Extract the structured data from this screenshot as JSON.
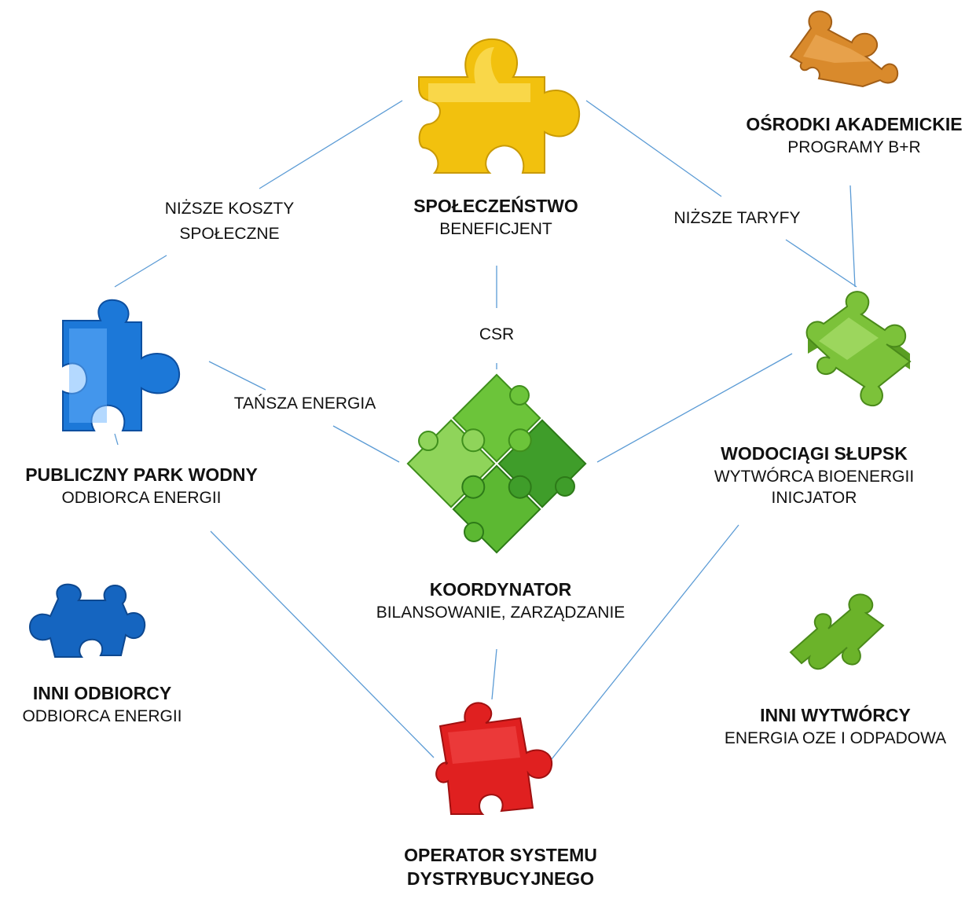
{
  "nodes": {
    "spoleczenstwo": {
      "title": "SPOŁECZEŃSTWO",
      "lines": [
        "BENEFICJENT"
      ],
      "color": "#f2c10e"
    },
    "osrodki": {
      "title": "OŚRODKI AKADEMICKIE",
      "lines": [
        "PROGRAMY B+R"
      ],
      "color": "#d98a2c"
    },
    "park": {
      "title": "PUBLICZNY PARK WODNY",
      "lines": [
        "ODBIORCA ENERGII"
      ],
      "color": "#1c78d8"
    },
    "koordynator": {
      "title": "KOORDYNATOR",
      "lines": [
        "BILANSOWANIE, ZARZĄDZANIE"
      ],
      "color": "#6cc43a"
    },
    "wodociagi": {
      "title": "WODOCIĄGI SŁUPSK",
      "lines": [
        "WYTWÓRCA BIOENERGII",
        "INICJATOR"
      ],
      "color": "#7cc23a"
    },
    "inni_odbiorcy": {
      "title": "INNI ODBIORCY",
      "lines": [
        "ODBIORCA ENERGII"
      ],
      "color": "#1565c0"
    },
    "inni_wytworcy": {
      "title": "INNI WYTWÓRCY",
      "lines": [
        "ENERGIA OZE I ODPADOWA"
      ],
      "color": "#6bb32a"
    },
    "operator": {
      "title": "OPERATOR SYSTEMU",
      "lines": [
        "DYSTRYBUCYJNEGO"
      ],
      "color": "#e02020"
    }
  },
  "edges": {
    "koszty": [
      "NIŻSZE KOSZTY",
      "SPOŁECZNE"
    ],
    "taryfy": [
      "NIŻSZE TARYFY"
    ],
    "csr": [
      "CSR"
    ],
    "energia": [
      "TAŃSZA ENERGIA"
    ]
  },
  "colors": {
    "line": "#5b9bd5"
  }
}
